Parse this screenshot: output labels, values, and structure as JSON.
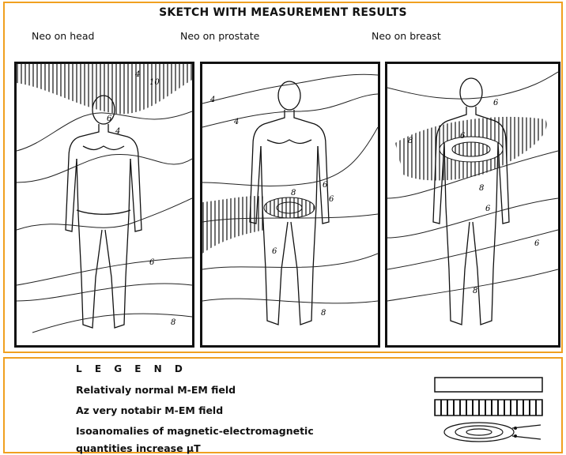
{
  "title": "SKETCH  WITH  MEASUREMENT RESULTS",
  "panels": [
    {
      "label": "Neo on head",
      "contour_labels": [
        "4",
        "10",
        "6",
        "4",
        "6",
        "8"
      ]
    },
    {
      "label": "Neo on prostate",
      "contour_labels": [
        "4",
        "4",
        "6",
        "8",
        "6",
        "6",
        "8"
      ]
    },
    {
      "label": "Neo on breast",
      "contour_labels": [
        "6",
        "8",
        "6",
        "8",
        "6",
        "8",
        "6"
      ]
    }
  ],
  "legend": {
    "heading": "L E G E N D",
    "items": [
      {
        "text": "Relativaly normal M-EM field",
        "icon": "blank-rectangle-icon"
      },
      {
        "text": "Az very notabir M-EM field",
        "icon": "hatched-rectangle-icon"
      },
      {
        "text": "Isoanomalies of magnetic-electromagnetic",
        "icon": "concentric-isoline-icon"
      }
    ],
    "iso_continuation": "quantities increase μT"
  }
}
